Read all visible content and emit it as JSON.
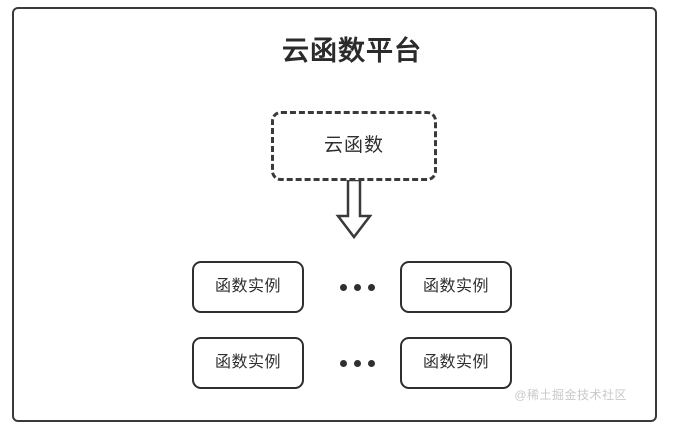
{
  "diagram": {
    "platform": {
      "title": "云函数平台",
      "border_color": "#3a3a3c"
    },
    "cloud_function": {
      "label": "云函数",
      "border_style": "dashed",
      "border_color": "#3a3a3c"
    },
    "arrow": {
      "icon": "arrow-down-block-icon",
      "direction": "down",
      "color": "#3a3a3c"
    },
    "rows": [
      {
        "left_instance": "函数实例",
        "ellipsis": "•••",
        "right_instance": "函数实例"
      },
      {
        "left_instance": "函数实例",
        "ellipsis": "•••",
        "right_instance": "函数实例"
      }
    ],
    "watermark": "@稀土掘金技术社区",
    "colors": {
      "text": "#2f2f31",
      "stroke": "#3a3a3c",
      "background": "#ffffff",
      "watermark": "#c9c9cc"
    }
  }
}
